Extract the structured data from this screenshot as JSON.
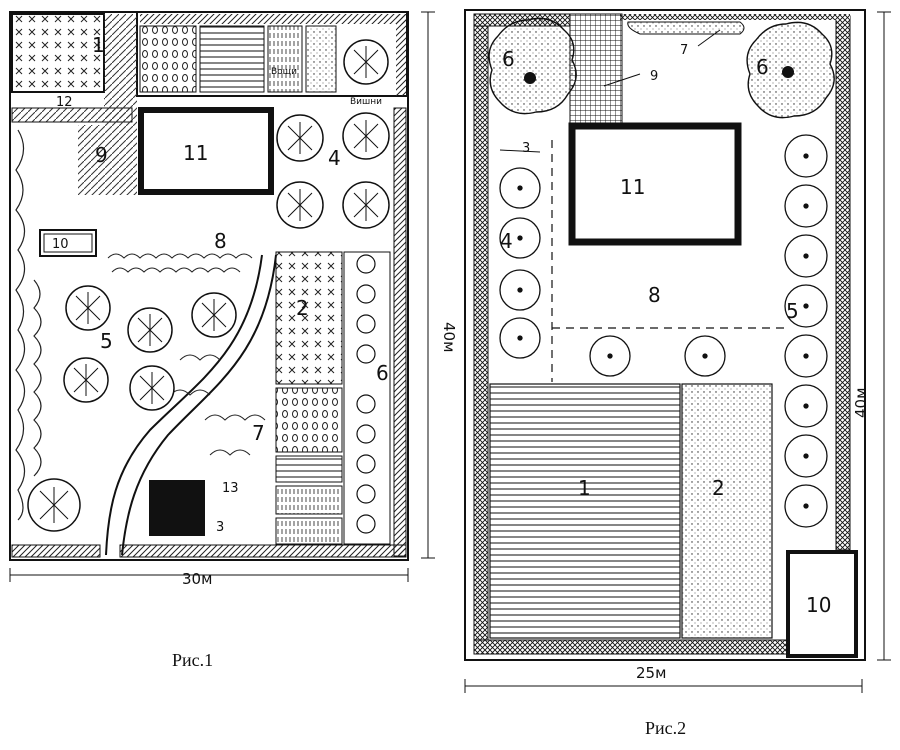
{
  "figure1": {
    "caption": "Рис.1",
    "width_label": "30м",
    "height_label": "40м",
    "labels": [
      "1",
      "2",
      "3",
      "4",
      "5",
      "6",
      "7",
      "8",
      "9",
      "11",
      "12",
      "13"
    ],
    "small_labels": {
      "well": "10",
      "bed": "Вощи",
      "corner_note": "Вишни"
    }
  },
  "figure2": {
    "caption": "Рис.2",
    "width_label": "25м",
    "height_label": "40м",
    "labels": [
      "1",
      "2",
      "3",
      "4",
      "5",
      "6",
      "6",
      "7",
      "8",
      "9",
      "10",
      "11"
    ]
  }
}
